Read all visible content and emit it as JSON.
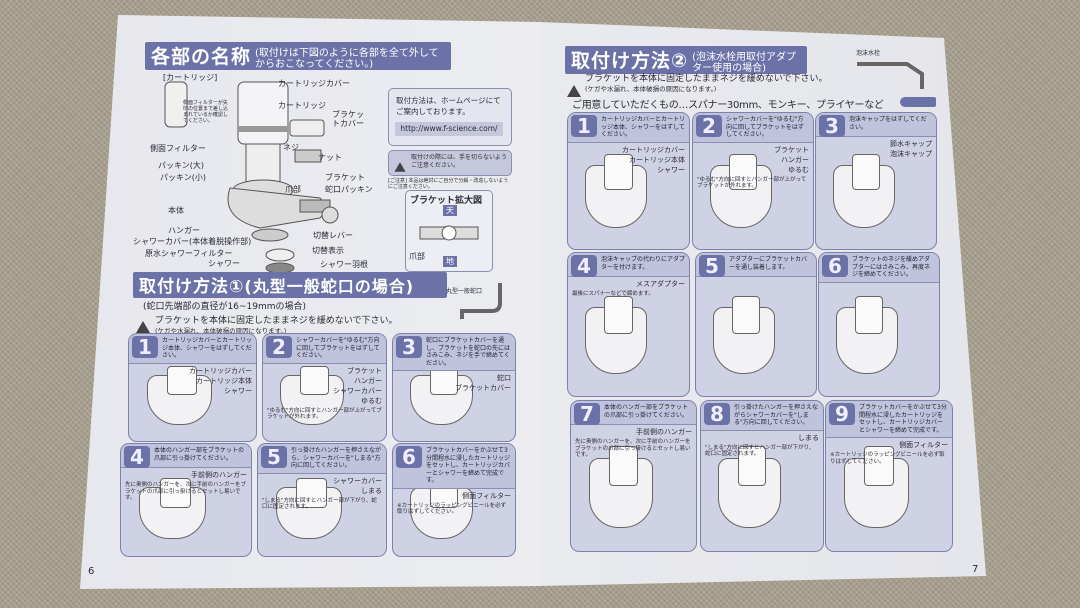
{
  "left_page": {
    "parts": {
      "title": "各部の名称",
      "subtitle": "(取付けは下図のように各部を全て外してからおこなってください。)",
      "labels": [
        "[カートリッジ]",
        "側面フィルター",
        "カートリッジカバー",
        "カートリッジ",
        "ブラケットカバー",
        "ネジ",
        "ナット",
        "ブラケット",
        "爪部",
        "蛇口パッキン",
        "パッキン(大)",
        "パッキン(小)",
        "本体",
        "ハンガー",
        "シャワーカバー(本体着脱操作部)",
        "原水シャワーフィルター",
        "シャワー",
        "切替レバー",
        "切替表示",
        "シャワー羽根"
      ],
      "filter_note": "側面フィルターが矢印の位置まで差し込まれているか確認してください。",
      "info_text": "取付方法は、ホームページにてご案内しております。",
      "url": "http://www.f-science.com/",
      "warning": "取付けの際には、手を切らないようご注意ください。",
      "note": "[ご注意] 本品は絶対にご自分で分解・改造しないようにご注意ください。",
      "bracket": {
        "title": "ブラケット拡大図",
        "top": "天",
        "bottom": "地",
        "claw": "爪部"
      }
    },
    "method1": {
      "title": "取付け方法①",
      "subtitle": "(丸型一般蛇口の場合)",
      "faucet_label": "丸型一般蛇口",
      "condition": "(蛇口先端部の直径が16~19mmの場合)",
      "warning": "ブラケットを本体に固定したままネジを緩めないで下さい。",
      "warning_sub": "(ケガや水漏れ、本体破損の原因になります。)",
      "steps": [
        {
          "num": "1",
          "text": "カートリッジカバーとカートリッジ本体、シャワーをはずしてください。",
          "callouts": [
            "カートリッジカバー",
            "カートリッジ本体",
            "シャワー"
          ]
        },
        {
          "num": "2",
          "text": "シャワーカバーを\"ゆるむ\"方向に回してブラケットをはずしてください。",
          "callouts": [
            "ブラケット",
            "ハンガー",
            "シャワーカバー",
            "ゆるむ",
            "\"ゆるむ\"方向に回すとハンガー部が上がってブラケットが外れます。"
          ]
        },
        {
          "num": "3",
          "text": "蛇口にブラケットカバーを通し、ブラケットを蛇口の先にはさみこみ、ネジを手で締めてください。",
          "callouts": [
            "蛇口",
            "ブラケットカバー"
          ]
        },
        {
          "num": "4",
          "text": "本体のハンガー部をブラケットの爪部に引っ掛けてください。",
          "callouts": [
            "手前側のハンガー",
            "先に奥側のハンガーを、次に手前のハンガーをブラケットの爪部に引っ掛けるとセットし易いです。"
          ]
        },
        {
          "num": "5",
          "text": "引っ掛けたハンガーを押さえながら、シャワーカバーを\"しまる\"方向に回してください。",
          "callouts": [
            "シャワーカバー",
            "しまる",
            "\"しまる\"方向に回すとハンガー部が下がり、蛇口に固定されます。"
          ]
        },
        {
          "num": "6",
          "text": "ブラケットカバーをかぶせて3分間程水に浸したカートリッジをセットし、カートリッジカバーとシャワーを締めて完成です。",
          "callouts": [
            "側面フィルター",
            "※カートリッジのラッピングビニールを必ず取りはずしてください。"
          ]
        }
      ]
    },
    "page_number": "6"
  },
  "right_page": {
    "method2": {
      "title": "取付け方法②",
      "subtitle": "(泡沫水栓用取付アダプター使用の場合)",
      "faucet_label": "泡沫水栓",
      "warning": "ブラケットを本体に固定したままネジを緩めないで下さい。",
      "warning_sub": "(ケガや水漏れ、本体破損の原因になります。)",
      "tools": "ご用意していただくもの…スパナー30mm、モンキー、プライヤーなど",
      "steps": [
        {
          "num": "1",
          "text": "カートリッジカバーとカートリッジ本体、シャワーをはずしてください。",
          "callouts": [
            "カートリッジカバー",
            "カートリッジ本体",
            "シャワー"
          ]
        },
        {
          "num": "2",
          "text": "シャワーカバーを\"ゆるむ\"方向に回してブラケットをはずしてください。",
          "callouts": [
            "ブラケット",
            "ハンガー",
            "ゆるむ",
            "\"ゆるむ\"方向に回すとハンガー部が上がってブラケットが外れます。"
          ]
        },
        {
          "num": "3",
          "text": "泡沫キャップをはずしてください。",
          "callouts": [
            "節水キャップ",
            "泡沫キャップ"
          ]
        },
        {
          "num": "4",
          "text": "泡沫キャップの代わりにアダプターを付けます。",
          "callouts": [
            "メスアダプター",
            "最後にスパナーなどで締めます。"
          ]
        },
        {
          "num": "5",
          "text": "アダプターにブラケットカバーを通し装着します。",
          "callouts": []
        },
        {
          "num": "6",
          "text": "ブラケットのネジを緩めアダプターにはさみこみ、再度ネジを締めてください。",
          "callouts": []
        },
        {
          "num": "7",
          "text": "本体のハンガー部をブラケットの爪部に引っ掛けてください。",
          "callouts": [
            "手前側のハンガー",
            "先に奥側のハンガーを、次に手前のハンガーをブラケットの爪部に引っ掛けるとセットし易いです。"
          ]
        },
        {
          "num": "8",
          "text": "引っ掛けたハンガーを押さえながらシャワーカバーを\"しまる\"方向に回してください。",
          "callouts": [
            "しまる",
            "\"しまる\"方向に回すとハンガー部が下がり、蛇口に固定されます。"
          ]
        },
        {
          "num": "9",
          "text": "ブラケットカバーをかぶせて3分間程水に浸したカートリッジをセットし、カートリッジカバーとシャワーを締めて完成です。",
          "callouts": [
            "側面フィルター",
            "※カートリッジのラッピングビニールを必ず取りはずしてください。"
          ]
        }
      ]
    },
    "page_number": "7"
  },
  "colors": {
    "band": "#6b72a8",
    "panel": "#cfd2e4",
    "paper": "#e9eaee",
    "fabric": "#aaa190"
  }
}
